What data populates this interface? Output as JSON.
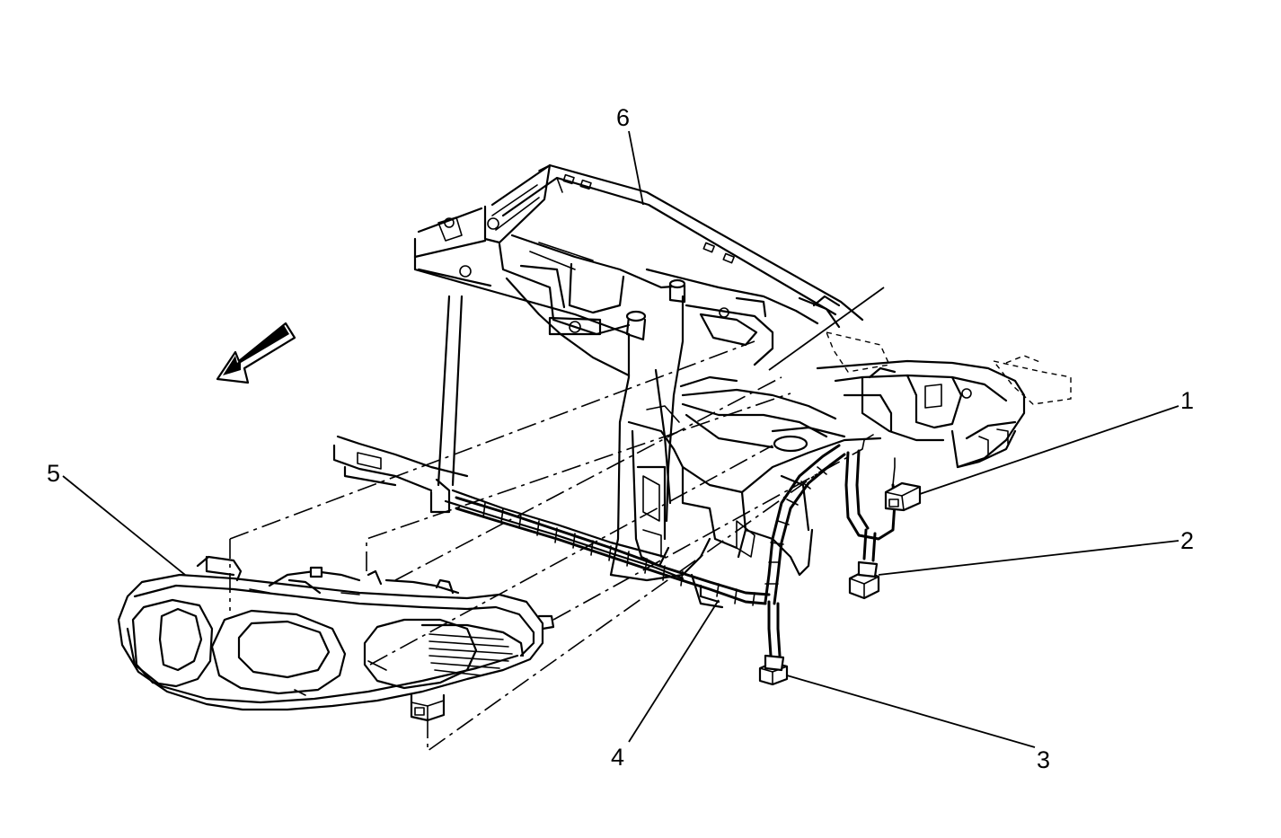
{
  "callouts": [
    {
      "id": "1",
      "label": "1"
    },
    {
      "id": "2",
      "label": "2"
    },
    {
      "id": "3",
      "label": "3"
    },
    {
      "id": "4",
      "label": "4"
    },
    {
      "id": "5",
      "label": "5"
    },
    {
      "id": "6",
      "label": "6"
    }
  ],
  "colors": {
    "ink": "#000000",
    "background": "#ffffff"
  },
  "icons": {
    "direction_arrow": "forward-arrow-icon"
  }
}
